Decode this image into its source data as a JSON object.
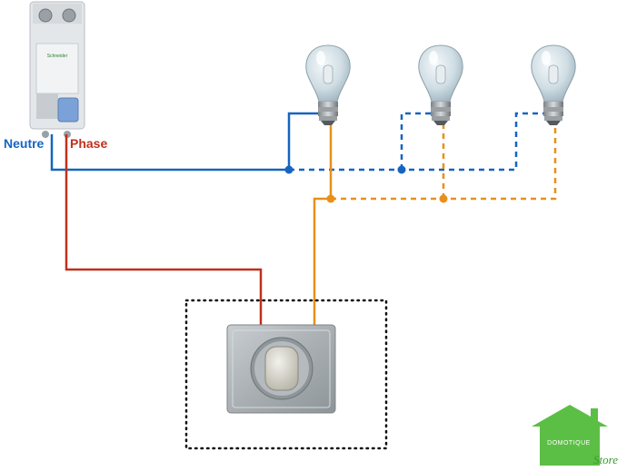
{
  "labels": {
    "neutral": "Neutre",
    "phase": "Phase"
  },
  "breaker": {
    "text": "Schneider"
  },
  "logo": {
    "line1": "DOMOTIQUE",
    "line2": "Store"
  },
  "colors": {
    "neutral": "#1565c0",
    "phase": "#c0301c",
    "return": "#e8901a",
    "logo": "#5cbf45",
    "frame": "#111111"
  },
  "icons": [
    "circuit-breaker-icon",
    "light-bulb-icon",
    "wall-switch-icon",
    "house-logo-icon"
  ]
}
